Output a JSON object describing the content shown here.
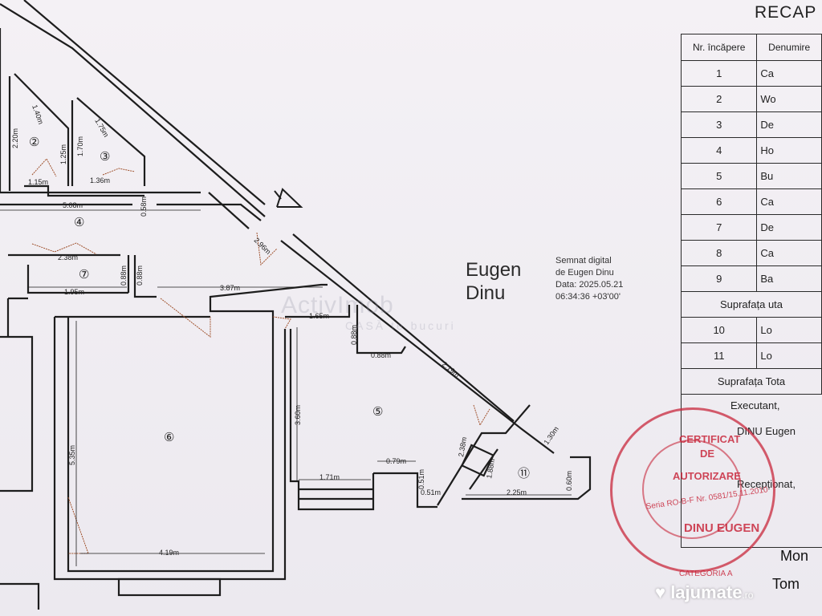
{
  "recap": {
    "title": "RECAP",
    "header_nr": "Nr. încăpere",
    "header_den": "Denumire",
    "rows": [
      {
        "nr": "1",
        "den": "Ca"
      },
      {
        "nr": "2",
        "den": "Wo"
      },
      {
        "nr": "3",
        "den": "De"
      },
      {
        "nr": "4",
        "den": "Ho"
      },
      {
        "nr": "5",
        "den": "Bu"
      },
      {
        "nr": "6",
        "den": "Ca"
      },
      {
        "nr": "7",
        "den": "De"
      },
      {
        "nr": "8",
        "den": "Ca"
      },
      {
        "nr": "9",
        "den": "Ba"
      }
    ],
    "suprafata_utila": "Suprafața uta",
    "rows2": [
      {
        "nr": "10",
        "den": "Lo"
      },
      {
        "nr": "11",
        "den": "Lo"
      }
    ],
    "suprafata_totala": "Suprafața Tota",
    "executant": "Executant,",
    "dinu_eugen": "DINU Eugen",
    "receptionat": "Recepționat,",
    "mon": "Mon",
    "tom": "Tom"
  },
  "signature": {
    "name_line1": "Eugen",
    "name_line2": "Dinu",
    "meta": [
      "Semnat digital",
      "de Eugen Dinu",
      "Data: 2025.05.21",
      "06:34:36 +03'00'"
    ]
  },
  "watermark": {
    "main": "ActivImob",
    "sub": "CASĂ te bucuri"
  },
  "stamp": {
    "line1": "CERTIFICAT",
    "line2": "DE",
    "line3": "AUTORIZARE",
    "serie": "Seria RO-B-F Nr. 0581/15.11.2010",
    "name": "DINU EUGEN",
    "categoria": "CATEGORIA A"
  },
  "brand": {
    "name": "lajumate",
    "tld": ".ro"
  },
  "dimensions": {
    "d1": "1.40m",
    "d2": "2.20m",
    "d3": "1.25m",
    "d4": "1.15m",
    "d5": "1.75m",
    "d6": "1.70m",
    "d7": "1.36m",
    "d8": "5.08m",
    "d9": "0.58m",
    "d10": "2.96m",
    "d11": "2.38m",
    "d12": "1.95m",
    "d13": "0.88m",
    "d14": "0.88m",
    "d15": "3.87m",
    "d16": "1.65m",
    "d17": "0.88m",
    "d18": "0.88m",
    "d19": "2.19m",
    "d20": "3.60m",
    "d21": "5.35m",
    "d22": "1.71m",
    "d23": "0.79m",
    "d24": "2.38m",
    "d25": "1.88m",
    "d26": "1.30m",
    "d27": "2.25m",
    "d28": "0.60m",
    "d29": "0.51m",
    "d30": "4.19m",
    "d31": "0.51m"
  },
  "rooms": {
    "r2": "②",
    "r3": "③",
    "r4": "④",
    "r5": "⑤",
    "r6": "⑥",
    "r7": "⑦",
    "r11": "⑪"
  }
}
